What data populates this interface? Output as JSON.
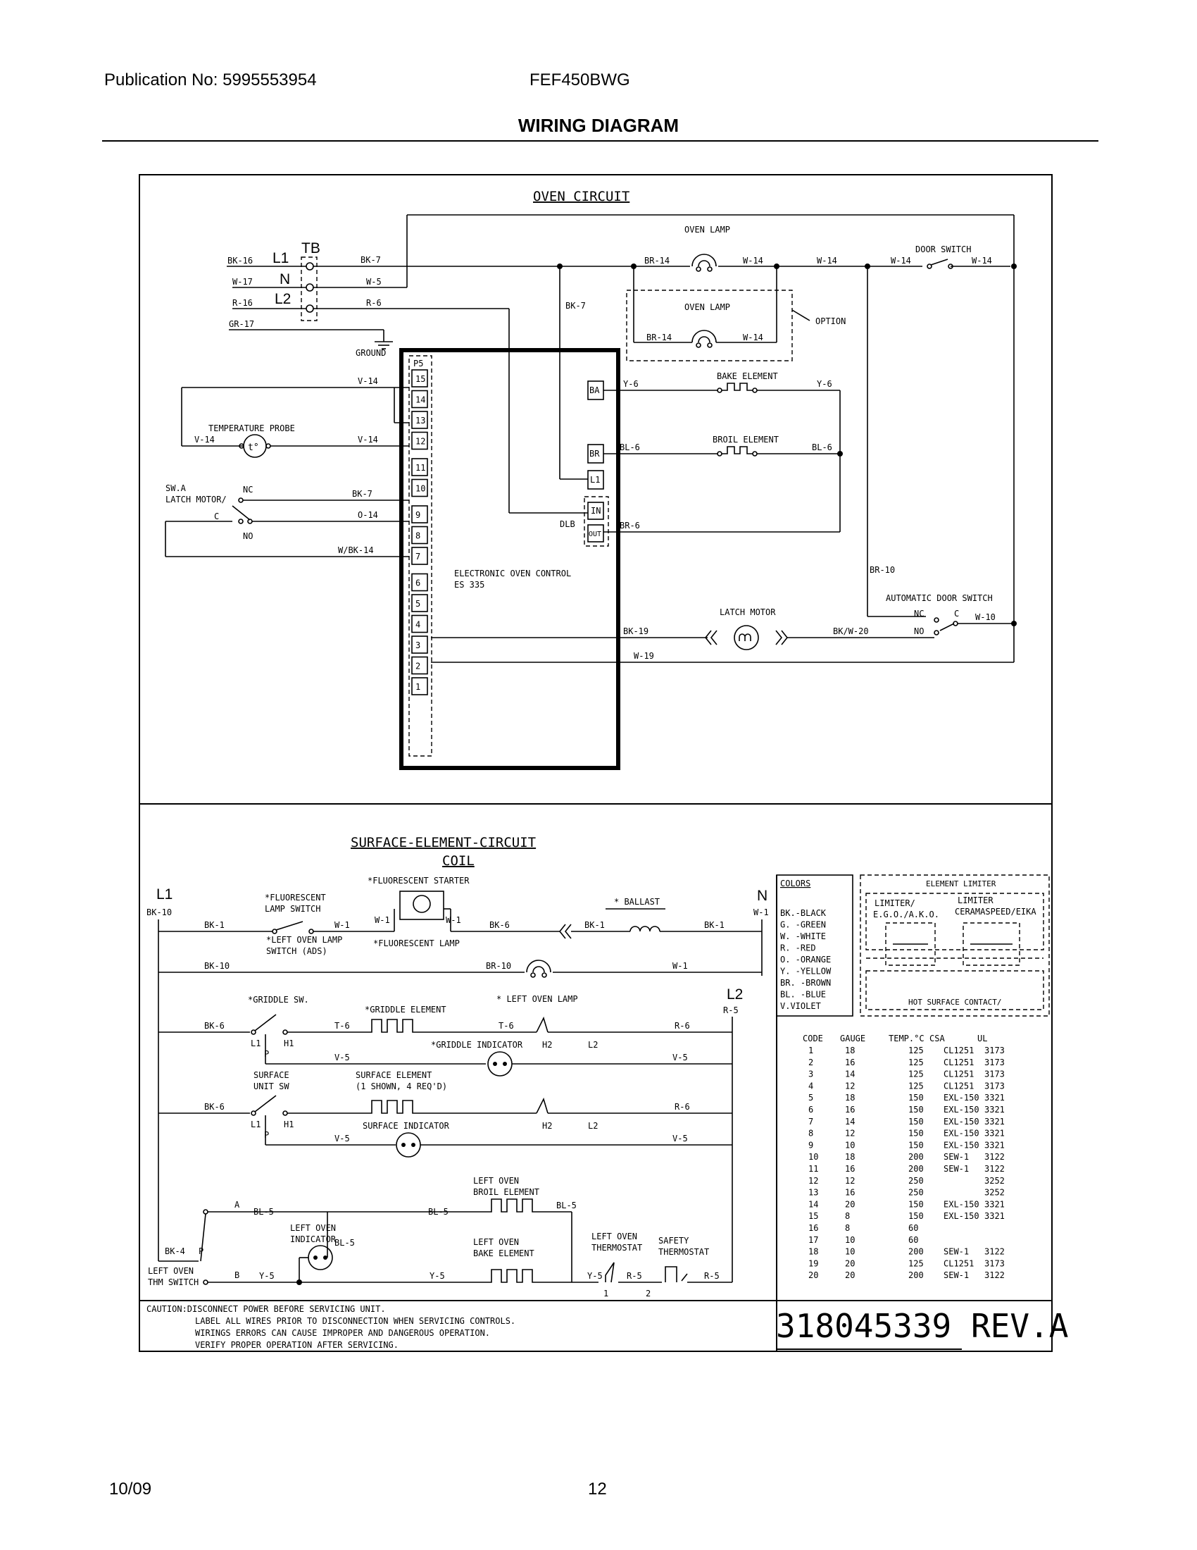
{
  "header": {
    "publication": "Publication No: 5995553954",
    "model": "FEF450BWG",
    "title": "WIRING DIAGRAM"
  },
  "footer": {
    "date": "10/09",
    "page": "12"
  },
  "oven": {
    "title": "OVEN CIRCUIT",
    "tb": "TB",
    "l1": "L1",
    "n": "N",
    "l2": "L2",
    "in_wires": [
      "BK-16",
      "W-17",
      "R-16",
      "GR-17"
    ],
    "out_wires": [
      "BK-7",
      "W-5",
      "R-6"
    ],
    "ground": "GROUND",
    "oven_lamp": "OVEN LAMP",
    "oven_lamp2": "OVEN LAMP",
    "option": "OPTION",
    "door_switch": "DOOR SWITCH",
    "w14": "W-14",
    "br14": "BR-14",
    "bk7": "BK-7",
    "pins": [
      "15",
      "14",
      "13",
      "12",
      "11",
      "10",
      "9",
      "8",
      "7",
      "6",
      "5",
      "4",
      "3",
      "2",
      "1"
    ],
    "p5": "P5",
    "v14": "V-14",
    "temp_probe": "TEMPERATURE PROBE",
    "probe_sym": "t°",
    "swa": "SW.A",
    "latch_motor_sw": "LATCH MOTOR/",
    "nc": "NC",
    "c": "C",
    "no": "NO",
    "o14": "O-14",
    "wbk14": "W/BK-14",
    "eoc": "ELECTRONIC OVEN CONTROL",
    "es": "ES 335",
    "relays": [
      "BA",
      "BR",
      "L1",
      "IN",
      "OUT"
    ],
    "dlb": "DLB",
    "y6": "Y-6",
    "bl6": "BL-6",
    "br6": "BR-6",
    "bake_el": "BAKE ELEMENT",
    "broil_el": "BROIL ELEMENT",
    "br10": "BR-10",
    "auto_door": "AUTOMATIC DOOR SWITCH",
    "w10": "W-10",
    "latch_motor": "LATCH MOTOR",
    "bk19": "BK-19",
    "bkw20": "BK/W-20",
    "w19": "W-19"
  },
  "surface": {
    "title": "SURFACE-ELEMENT-CIRCUIT",
    "coil": "COIL",
    "l1": "L1",
    "n": "N",
    "l2": "L2",
    "bk10": "BK-10",
    "w1": "W-1",
    "r5": "R-5",
    "fl_lamp_sw": "*FLUORESCENT",
    "fl_lamp_sw2": "LAMP SWITCH",
    "fl_starter": "*FLUORESCENT STARTER",
    "ballast": "* BALLAST",
    "bk1": "BK-1",
    "bk6": "BK-6",
    "br10": "BR-10",
    "left_oven_lamp_sw": "*LEFT OVEN LAMP",
    "left_oven_lamp_sw2": "SWITCH (ADS)",
    "fl_lamp": "*FLUORESCENT LAMP",
    "griddle_sw": "*GRIDDLE SW.",
    "griddle_el": "*GRIDDLE ELEMENT",
    "left_oven_lamp": "* LEFT OVEN LAMP",
    "griddle_ind": "*GRIDDLE INDICATOR",
    "t6": "T-6",
    "r6": "R-6",
    "v5": "V-5",
    "h1": "H1",
    "h2": "H2",
    "l1s": "L1",
    "l2s": "L2",
    "p": "P",
    "surf_unit_sw": "SURFACE",
    "surf_unit_sw2": "UNIT SW",
    "surf_el": "SURFACE ELEMENT",
    "surf_el2": "(1 SHOWN, 4 REQ'D)",
    "surf_ind": "SURFACE INDICATOR",
    "lo_broil": "LEFT OVEN",
    "lo_broil2": "BROIL ELEMENT",
    "a": "A",
    "b": "B",
    "bl5": "BL-5",
    "bk4": "BK-4",
    "y5": "Y-5",
    "r5b": "R-5",
    "lo_ind": "LEFT OVEN",
    "lo_ind2": "INDICATOR",
    "lo_bake": "LEFT OVEN",
    "lo_bake2": "BAKE ELEMENT",
    "lo_thermo": "LEFT OVEN",
    "lo_thermo2": "THERMOSTAT",
    "safety": "SAFETY",
    "safety2": "THERMOSTAT",
    "thm": "LEFT OVEN",
    "thm2": "THM SWITCH",
    "one": "1",
    "two": "2"
  },
  "colors": {
    "title": "COLORS",
    "items": [
      "BK.-BLACK",
      "G. -GREEN",
      "W. -WHITE",
      "R. -RED",
      "O. -ORANGE",
      "Y. -YELLOW",
      "BR. -BROWN",
      "BL. -BLUE",
      "V.VIOLET"
    ]
  },
  "limiter": {
    "title": "ELEMENT LIMITER",
    "a": "LIMITER/",
    "a2": "E.G.O./A.K.O.",
    "b": "LIMITER",
    "b2": "CERAMASPEED/EIKA",
    "hot": "HOT SURFACE CONTACT/"
  },
  "gauge": {
    "headers": [
      "CODE",
      "GAUGE",
      "TEMP.°C",
      "CSA",
      "UL"
    ],
    "rows": [
      [
        "1",
        "18",
        "125",
        "CL1251",
        "3173"
      ],
      [
        "2",
        "16",
        "125",
        "CL1251",
        "3173"
      ],
      [
        "3",
        "14",
        "125",
        "CL1251",
        "3173"
      ],
      [
        "4",
        "12",
        "125",
        "CL1251",
        "3173"
      ],
      [
        "5",
        "18",
        "150",
        "EXL-150",
        "3321"
      ],
      [
        "6",
        "16",
        "150",
        "EXL-150",
        "3321"
      ],
      [
        "7",
        "14",
        "150",
        "EXL-150",
        "3321"
      ],
      [
        "8",
        "12",
        "150",
        "EXL-150",
        "3321"
      ],
      [
        "9",
        "10",
        "150",
        "EXL-150",
        "3321"
      ],
      [
        "10",
        "18",
        "200",
        "SEW-1",
        "3122"
      ],
      [
        "11",
        "16",
        "200",
        "SEW-1",
        "3122"
      ],
      [
        "12",
        "12",
        "250",
        "",
        "3252"
      ],
      [
        "13",
        "16",
        "250",
        "",
        "3252"
      ],
      [
        "14",
        "20",
        "150",
        "EXL-150",
        "3321"
      ],
      [
        "15",
        "8",
        "150",
        "EXL-150",
        "3321"
      ],
      [
        "16",
        "8",
        "60",
        "",
        ""
      ],
      [
        "17",
        "10",
        "60",
        "",
        ""
      ],
      [
        "18",
        "10",
        "200",
        "SEW-1",
        "3122"
      ],
      [
        "19",
        "20",
        "125",
        "CL1251",
        "3173"
      ],
      [
        "20",
        "20",
        "200",
        "SEW-1",
        "3122"
      ]
    ]
  },
  "caution": {
    "lines": [
      "CAUTION:DISCONNECT POWER BEFORE SERVICING UNIT.",
      "LABEL ALL WIRES PRIOR TO DISCONNECTION WHEN SERVICING CONTROLS.",
      "WIRINGS ERRORS CAN CAUSE IMPROPER AND DANGEROUS OPERATION.",
      "VERIFY PROPER OPERATION AFTER SERVICING."
    ]
  },
  "part": "318045339 REV.A"
}
